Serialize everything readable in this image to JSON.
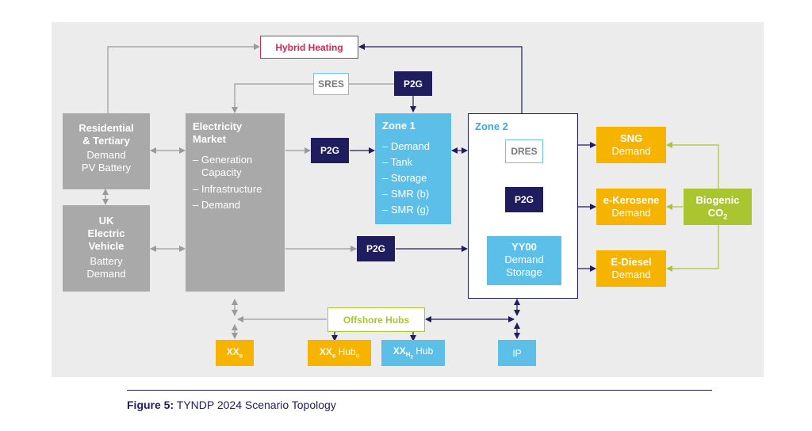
{
  "nodes": {
    "hybrid_heating": "Hybrid Heating",
    "sres": "SRES",
    "p2g": "P2G",
    "residential": {
      "title_line1": "Residential",
      "title_line2": "& Tertiary",
      "sub_line1": "Demand",
      "sub_line2": "PV Battery"
    },
    "uk_ev": {
      "title_line1": "UK",
      "title_line2": "Electric",
      "title_line3": "Vehicle",
      "sub_line1": "Battery",
      "sub_line2": "Demand"
    },
    "electricity_market": {
      "title_line1": "Electricity",
      "title_line2": "Market",
      "items": [
        "– Generation",
        "Capacity",
        "– Infrastructure",
        "– Demand"
      ]
    },
    "zone1": {
      "title": "Zone 1",
      "items": [
        "– Demand",
        "– Tank",
        "– Storage",
        "– SMR (b)",
        "– SMR (g)"
      ]
    },
    "zone2": {
      "title": "Zone 2"
    },
    "dres": "DRES",
    "yy00": {
      "title": "YY00",
      "line2": "Demand",
      "line3": "Storage"
    },
    "sng": {
      "title": "SNG",
      "sub": "Demand"
    },
    "ekerosene": {
      "title": "e-Kerosene",
      "sub": "Demand"
    },
    "ediesel": {
      "title": "E-Diesel",
      "sub": "Demand"
    },
    "biogenic": {
      "title": "Biogenic",
      "formula": "CO",
      "formula_sub": "2"
    },
    "offshore_hubs": "Offshore Hubs",
    "xxe": {
      "main": "XX",
      "sub": "e"
    },
    "xxe_hub": {
      "main": "XX",
      "sub": "e",
      "mid": " Hub",
      "sub2": "e"
    },
    "xxh2_hub": {
      "main": "XX",
      "sub": "H",
      "sub_sub": "2",
      "tail": " Hub"
    },
    "ip": "IP"
  },
  "caption": {
    "label": "Figure 5:",
    "text": " TYNDP 2024 Scenario Topology"
  },
  "colors": {
    "gray": "#a9a9a9",
    "navy": "#1f1d5e",
    "blue": "#5bbfe8",
    "yellow": "#f6b400",
    "green": "#a9c52f",
    "pink": "#d6245a",
    "background": "#ececec"
  }
}
